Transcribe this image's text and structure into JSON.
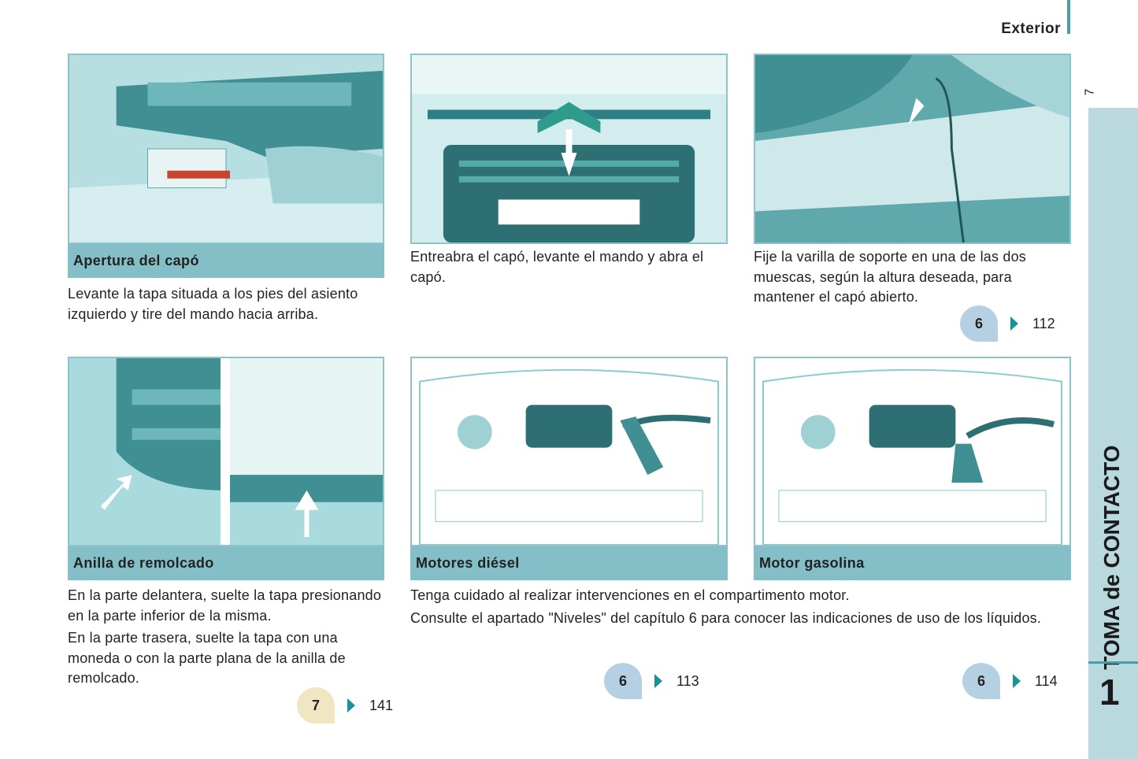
{
  "header": {
    "section": "Exterior",
    "page_number": "7"
  },
  "sidebar": {
    "chapter_title": "TOMA de CONTACTO",
    "chapter_number": "1"
  },
  "sections": [
    {
      "caption": "Apertura del capó",
      "text": [
        "Levante la tapa situada a los pies del asiento izquierdo y tire del mando hacia arriba."
      ]
    },
    {
      "text": [
        "Entreabra el capó, levante el mando y abra el capó."
      ]
    },
    {
      "text": [
        "Fije la varilla de soporte en una de las dos muescas, según la altura deseada, para mantener el capó abierto."
      ],
      "ref": {
        "chapter": "6",
        "page": "112"
      }
    },
    {
      "caption": "Anilla de remolcado",
      "text": [
        "En la parte delantera, suelte la tapa presionando en la parte inferior de la misma.",
        "En la parte trasera, suelte la tapa con una moneda o con la parte plana de la anilla de remolcado."
      ],
      "ref": {
        "chapter": "7",
        "page": "141"
      }
    },
    {
      "caption": "Motores diésel",
      "ref": {
        "chapter": "6",
        "page": "113"
      }
    },
    {
      "caption": "Motor gasolina",
      "ref": {
        "chapter": "6",
        "page": "114"
      }
    }
  ],
  "engine_text": [
    "Tenga cuidado al realizar intervenciones en el compartimento motor.",
    "Consulte el apartado \"Niveles\" del capítulo 6 para conocer las indicaciones de uso de los líquidos."
  ],
  "colors": {
    "accent": "#19939a",
    "caption_bg": "#84bec6",
    "sidebar_bg": "#b9d9df"
  }
}
